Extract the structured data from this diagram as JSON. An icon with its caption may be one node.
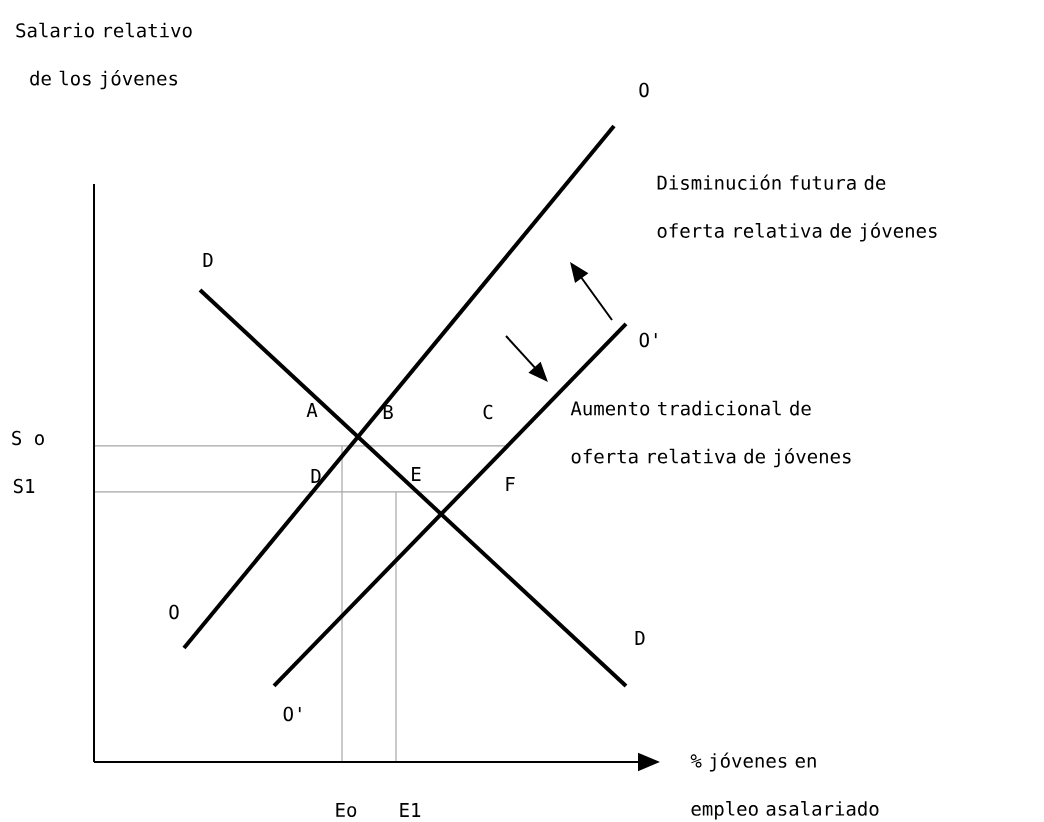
{
  "diagram": {
    "labels": [
      "Salario relativo de los jóvenes",
      "Disminución futura de oferta relativa de jóvenes",
      "O",
      "D",
      "O'",
      "Aumento tradicional de oferta relativa de jóvenes",
      "A",
      "B",
      "C",
      "S o",
      "S1",
      "D",
      "E",
      "F",
      "O",
      "D",
      "O'",
      "% jóvenes en empleo asalariado",
      "Eo",
      "E1"
    ]
  }
}
